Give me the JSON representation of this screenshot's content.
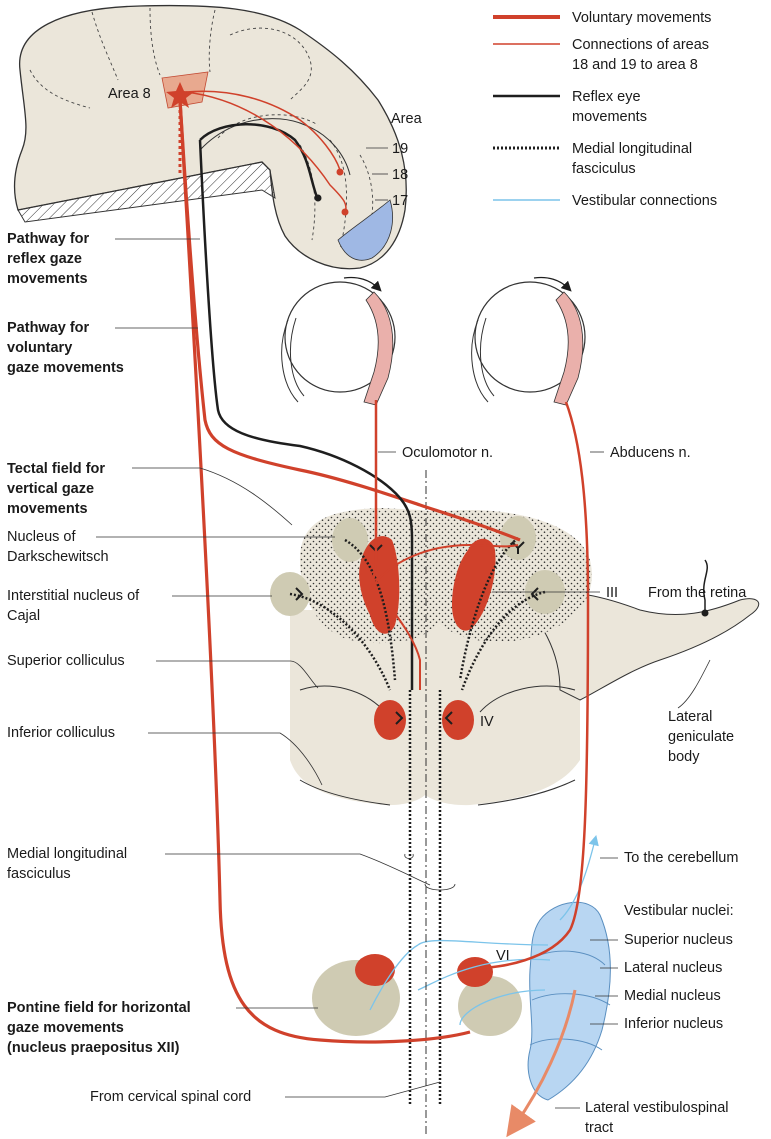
{
  "colors": {
    "voluntary": "#d0412b",
    "connection": "#d0412b",
    "reflex": "#1e1e1e",
    "vestibular": "#7cc4ea",
    "tissue": "#ebe6da",
    "nucleus_grey": "#cfcbb3",
    "vestibular_fill": "#b8d6f2"
  },
  "legend": {
    "voluntary": "Voluntary movements",
    "connection_l1": "Connections of areas",
    "connection_l2": "18 and 19 to area 8",
    "reflex_l1": "Reflex eye",
    "reflex_l2": "movements",
    "mlf_l1": "Medial longitudinal",
    "mlf_l2": "fasciculus",
    "vestibular": "Vestibular connections"
  },
  "cortex": {
    "area8": "Area 8",
    "area": "Area",
    "n19": "19",
    "n18": "18",
    "n17": "17"
  },
  "left_labels": {
    "reflex_path": [
      "Pathway for",
      "reflex gaze",
      "movements"
    ],
    "voluntary_path": [
      "Pathway for",
      "voluntary",
      "gaze movements"
    ],
    "tectal": [
      "Tectal field for",
      "vertical gaze",
      "movements"
    ],
    "darkschewitsch": [
      "Nucleus of",
      "Darkschewitsch"
    ],
    "cajal": [
      "Interstitial nucleus of",
      "Cajal"
    ],
    "superior_colliculus": "Superior colliculus",
    "inferior_colliculus": "Inferior colliculus",
    "mlf": [
      "Medial longitudinal",
      "fasciculus"
    ],
    "pontine": [
      "Pontine field for horizontal",
      "gaze movements",
      "(nucleus praepositus XII)"
    ],
    "cervical": "From cervical spinal cord"
  },
  "right_labels": {
    "oculomotor": "Oculomotor n.",
    "abducens": "Abducens n.",
    "III": "III",
    "IV": "IV",
    "VI": "VI",
    "retina": "From the retina",
    "lgb": [
      "Lateral",
      "geniculate",
      "body"
    ],
    "cerebellum": "To the cerebellum",
    "vestibular_nuclei": "Vestibular nuclei:",
    "superior_nucleus": "Superior nucleus",
    "lateral_nucleus": "Lateral nucleus",
    "medial_nucleus": "Medial nucleus",
    "inferior_nucleus": "Inferior nucleus",
    "vestibulospinal": [
      "Lateral vestibulospinal",
      "tract"
    ]
  }
}
